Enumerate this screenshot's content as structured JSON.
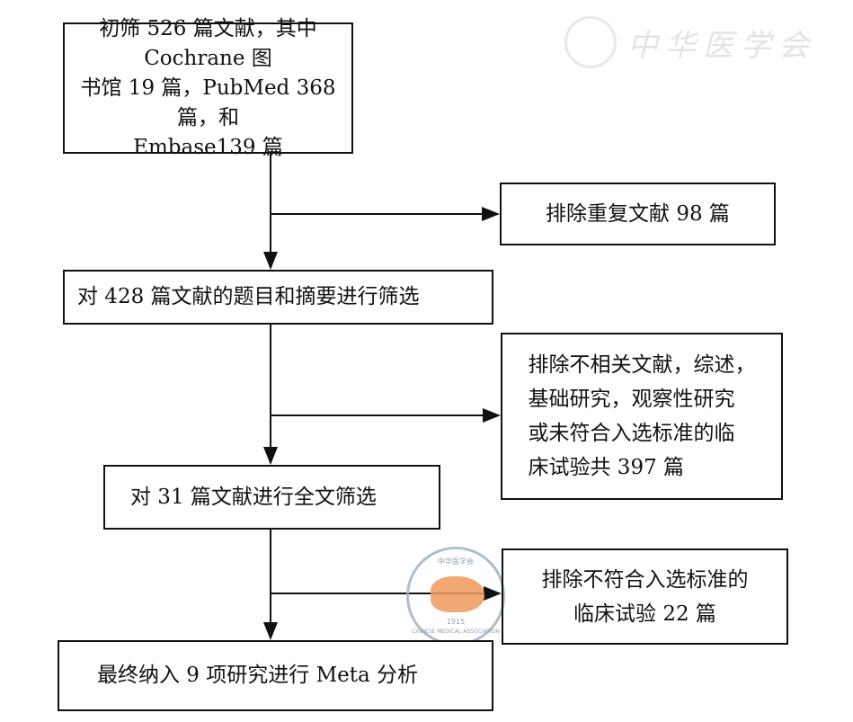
{
  "watermark": {
    "text": "中华医学会"
  },
  "logo": {
    "cn": "中华医学会",
    "en": "CHINESE MEDICAL ASSOCIATION",
    "year": "1915"
  },
  "flow": {
    "initial": [
      "初筛 526 篇文献，其中 Cochrane 图",
      "书馆 19 篇，PubMed 368 篇，和",
      "Embase139 篇"
    ],
    "exclude_duplicates": "排除重复文献 98 篇",
    "title_abstract": "对 428 篇文献的题目和摘要进行筛选",
    "exclude_irrelevant": [
      "排除不相关文献，综述，",
      "基础研究，观察性研究",
      "或未符合入选标准的临",
      "床试验共 397 篇"
    ],
    "fulltext": "对 31 篇文献进行全文筛选",
    "exclude_criteria": [
      "排除不符合入选标准的",
      "临床试验 22 篇"
    ],
    "final": "最终纳入 9 项研究进行 Meta 分析"
  }
}
